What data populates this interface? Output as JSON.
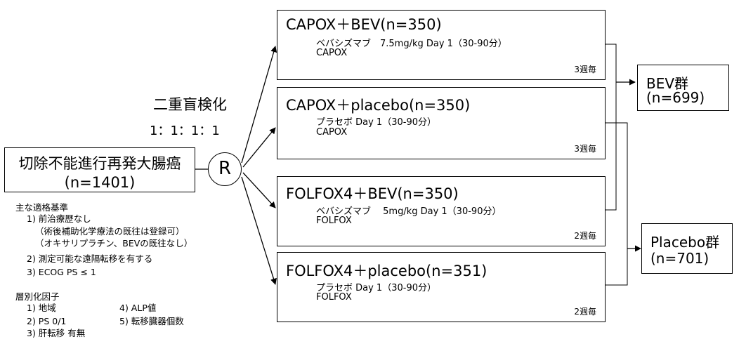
{
  "patient_box": {
    "line1": "切除不能進行再発大腸癌",
    "line2": "(n=1401)"
  },
  "randomization": {
    "symbol": "R",
    "label": "二重盲検化",
    "ratio": "1：1：1：1"
  },
  "eligibility": {
    "title": "主な適格基準",
    "items": [
      "1) 前治療歴なし",
      "（術後補助化学療法の既往は登録可）",
      "（オキサリプラチン、BEVの既往なし）",
      "2) 測定可能な遠隔転移を有する",
      "3) ECOG PS ≤ 1"
    ]
  },
  "stratification": {
    "title": "層別化因子",
    "col1": [
      "1) 地域",
      "2) PS 0/1",
      "3) 肝転移 有無"
    ],
    "col2": [
      "4) ALP値",
      "5) 転移臓器個数"
    ]
  },
  "arms": [
    {
      "title": "CAPOX＋BEV(n=350)",
      "line1": "ベバシズマブ　7.5mg/kg  Day 1（30-90分）",
      "line2": "CAPOX",
      "freq": "3週毎"
    },
    {
      "title": "CAPOX＋placebo(n=350)",
      "line1": "プラセボ  Day 1（30-90分）",
      "line2": "CAPOX",
      "freq": "3週毎"
    },
    {
      "title": "FOLFOX4＋BEV(n=350)",
      "line1": "ベバシズマブ　 5mg/kg  Day 1（30-90分）",
      "line2": "FOLFOX",
      "freq": "2週毎"
    },
    {
      "title": "FOLFOX4＋placebo(n=351)",
      "line1": "プラセボ  Day 1（30-90分）",
      "line2": "FOLFOX",
      "freq": "2週毎"
    }
  ],
  "groups": [
    {
      "line1": "BEV群",
      "line2": "(n=699)"
    },
    {
      "line1": "Placebo群",
      "line2": "(n=701)"
    }
  ]
}
